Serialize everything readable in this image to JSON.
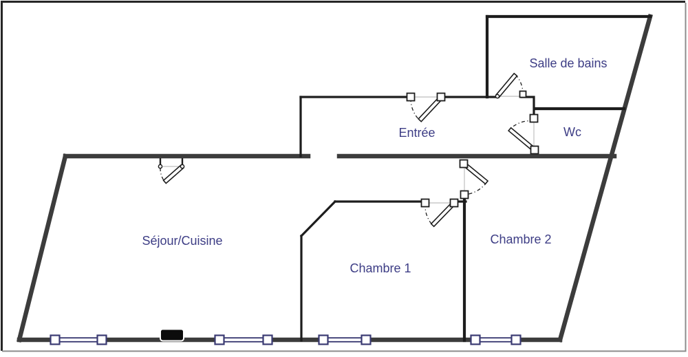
{
  "figure": {
    "type": "apartment-floor-plan"
  },
  "colors": {
    "background": "#ffffff",
    "wall-thick": "#3c3c3c",
    "wall-thin": "#1d1d1d",
    "label": "#3d3d85",
    "window-frame": "#3a3a72",
    "ref-line": "#c9c9c9",
    "fireplace": "#0c0c0c",
    "frame-dark": "#262626",
    "frame-light": "#8c8c8c"
  },
  "rooms": {
    "sejour_cuisine": {
      "label": "Séjour/Cuisine"
    },
    "chambre_1": {
      "label": "Chambre 1"
    },
    "chambre_2": {
      "label": "Chambre 2"
    },
    "entree": {
      "label": "Entrée"
    },
    "salle_de_bains": {
      "label": "Salle de bains"
    },
    "wc": {
      "label": "Wc"
    }
  }
}
